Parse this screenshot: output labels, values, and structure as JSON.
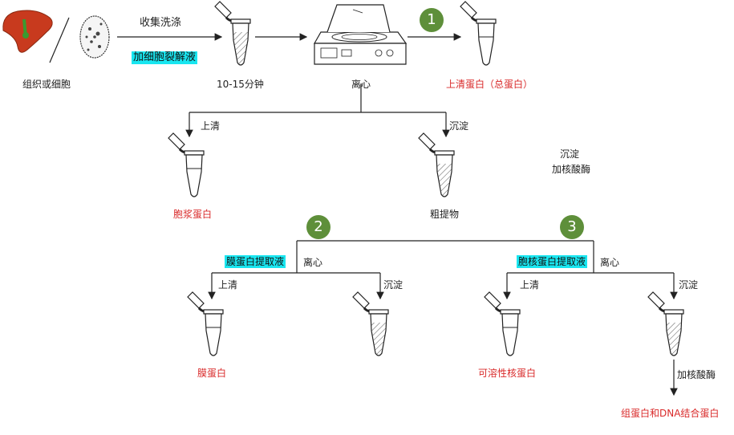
{
  "labels": {
    "tissue_cell": "组织或细胞",
    "collect_wash": "收集洗涤",
    "add_lysis": "加细胞裂解液",
    "time": "10-15分钟",
    "centrifuge_main": "离心",
    "supernatant_total": "上清蛋白（总蛋白）",
    "branch_supernatant": "上清",
    "branch_pellet": "沉淀",
    "cytoplasm_protein": "胞浆蛋白",
    "pellet_nuclease_1": "沉淀",
    "pellet_nuclease_2": "加核酸酶",
    "crude_extract": "粗提物",
    "membrane_extract": "膜蛋白提取液",
    "centrifuge_left": "离心",
    "left_supernatant": "上清",
    "left_pellet": "沉淀",
    "membrane_protein": "膜蛋白",
    "nuclear_extract": "胞核蛋白提取液",
    "centrifuge_right": "离心",
    "right_supernatant": "上清",
    "right_pellet": "沉淀",
    "soluble_nuclear": "可溶性核蛋白",
    "add_nuclease_bottom": "加核酸酶",
    "histone_dna": "组蛋白和DNA结合蛋白"
  },
  "steps": [
    "1",
    "2",
    "3"
  ],
  "colors": {
    "red_text": "#d92a2a",
    "highlight": "#19e6f0",
    "step_green": "#5e8f3a"
  }
}
